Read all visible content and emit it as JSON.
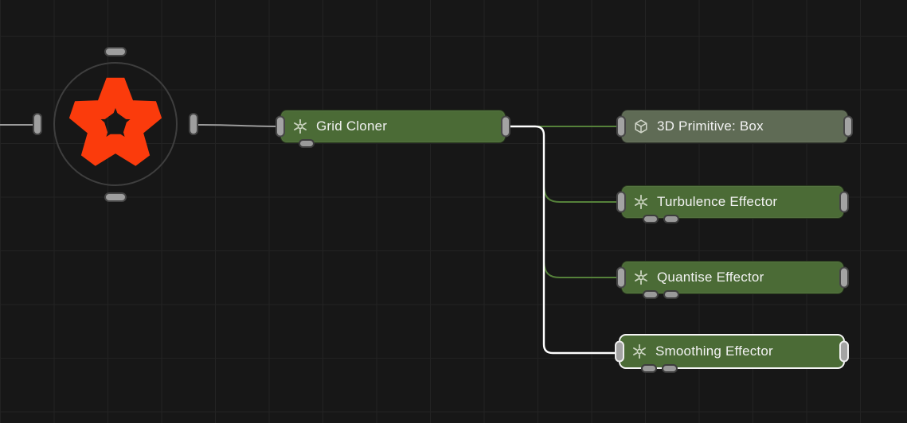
{
  "canvas": {
    "background": "#171717",
    "grid_color": "#232323"
  },
  "root_node": {
    "icon": "cavalry-star-icon",
    "accent_color": "#fb3b0c"
  },
  "nodes": {
    "grid_cloner": {
      "label": "Grid Cloner",
      "icon": "effector-icon",
      "color": "#4b6b36",
      "selected": false
    },
    "box_primitive": {
      "label": "3D Primitive: Box",
      "icon": "cube-icon",
      "color": "#5f6b55",
      "selected": false
    },
    "turbulence": {
      "label": "Turbulence Effector",
      "icon": "effector-icon",
      "color": "#4b6b36",
      "selected": false
    },
    "quantise": {
      "label": "Quantise Effector",
      "icon": "effector-icon",
      "color": "#4b6b36",
      "selected": false
    },
    "smoothing": {
      "label": "Smoothing Effector",
      "icon": "effector-icon",
      "color": "#4b6b36",
      "selected": true
    }
  },
  "wires": {
    "green": "#55813a",
    "gray": "#9b9b9b",
    "selected_white": "#ffffff"
  },
  "ports": {
    "fill": "#a3a3a3",
    "ring": "#474747"
  },
  "selection_color": "#f4f4f4"
}
